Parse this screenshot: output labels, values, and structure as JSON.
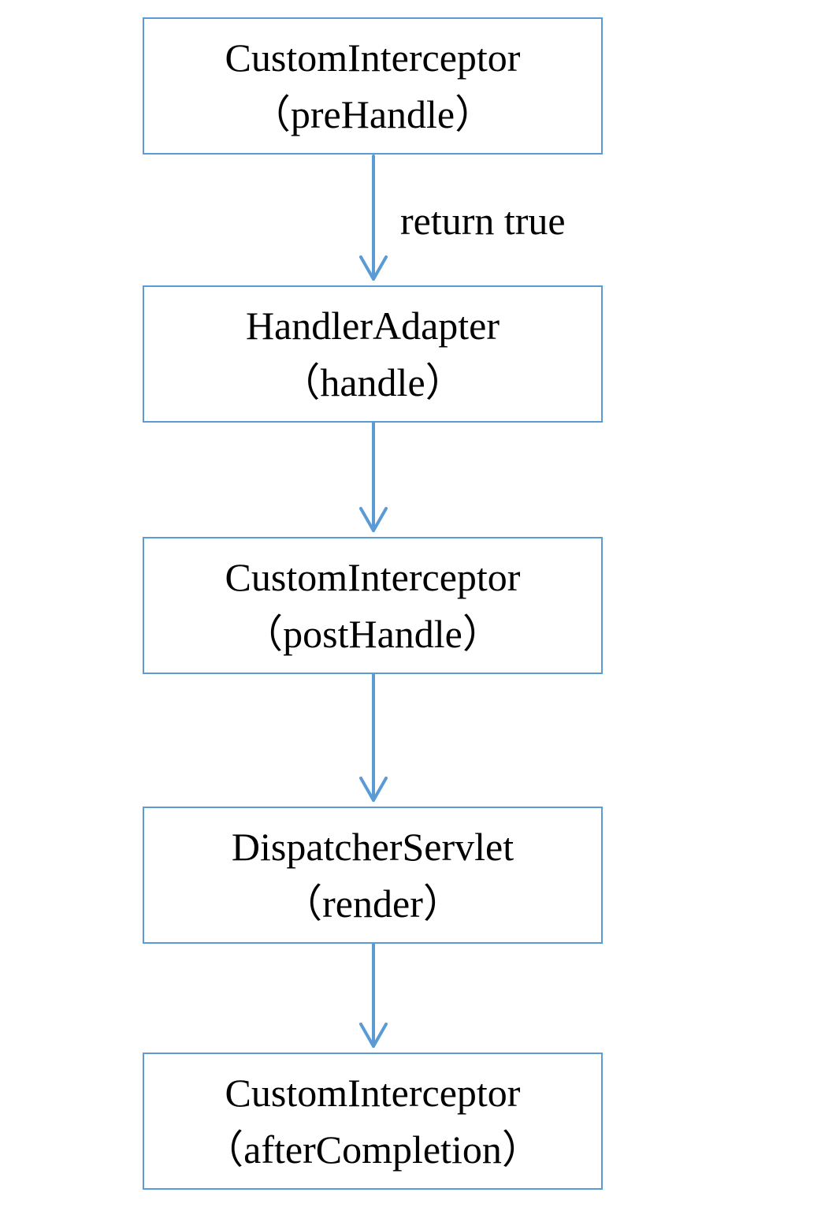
{
  "diagram": {
    "nodes": [
      {
        "line1": "CustomInterceptor",
        "line2": "（preHandle）"
      },
      {
        "line1": "HandlerAdapter",
        "line2": "（handle）"
      },
      {
        "line1": "CustomInterceptor",
        "line2": "（postHandle）"
      },
      {
        "line1": "DispatcherServlet",
        "line2": "（render）"
      },
      {
        "line1": "CustomInterceptor",
        "line2": "（afterCompletion）"
      }
    ],
    "edges": [
      {
        "from": 0,
        "to": 1,
        "label": "return true"
      },
      {
        "from": 1,
        "to": 2,
        "label": ""
      },
      {
        "from": 2,
        "to": 3,
        "label": ""
      },
      {
        "from": 3,
        "to": 4,
        "label": ""
      }
    ],
    "colors": {
      "stroke": "#5b9bd5",
      "text": "#000000",
      "background": "#ffffff"
    }
  }
}
